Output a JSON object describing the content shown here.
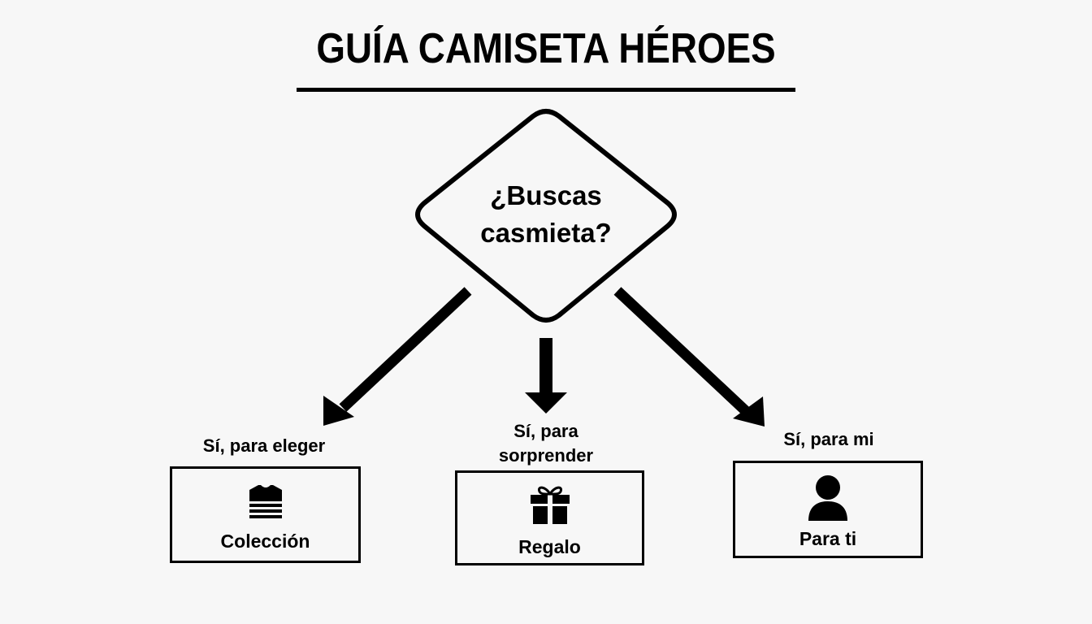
{
  "diagram": {
    "title": "GUÍA CAMISETA HÉROES",
    "decision": "¿Buscas casmieta?",
    "branches": [
      {
        "label": "Sí, para eleger",
        "box_label": "Colección",
        "icon": "stacked-shirts-icon"
      },
      {
        "label": "Sí, para sorprender",
        "box_label": "Regalo",
        "icon": "gift-icon"
      },
      {
        "label": "Sí, para mi",
        "box_label": "Para ti",
        "icon": "person-icon"
      }
    ]
  }
}
